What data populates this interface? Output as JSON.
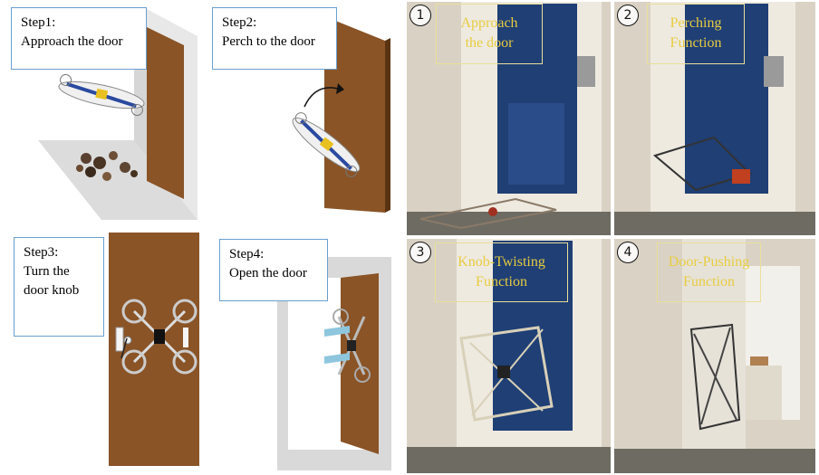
{
  "steps": [
    {
      "lines": [
        "Step1:",
        "Approach the door"
      ]
    },
    {
      "lines": [
        "Step2:",
        "Perch to the door"
      ]
    },
    {
      "lines": [
        "Step3:",
        "Turn the",
        "door knob"
      ]
    },
    {
      "lines": [
        "Step4:",
        "Open the door"
      ]
    }
  ],
  "photos": [
    {
      "number": "1",
      "lines": [
        "Approach",
        "the door"
      ]
    },
    {
      "number": "2",
      "lines": [
        "Perching",
        "Function"
      ]
    },
    {
      "number": "3",
      "lines": [
        "Knob-Twisting",
        "Function"
      ]
    },
    {
      "number": "4",
      "lines": [
        "Door-Pushing",
        "Function"
      ]
    }
  ],
  "colors": {
    "door_brown": "#8a5427",
    "wall_grey": "#d9d9d9",
    "label_yellow": "#e8cc40",
    "box_blue": "#6a9fd0",
    "photo_blue": "#1f3f75"
  }
}
